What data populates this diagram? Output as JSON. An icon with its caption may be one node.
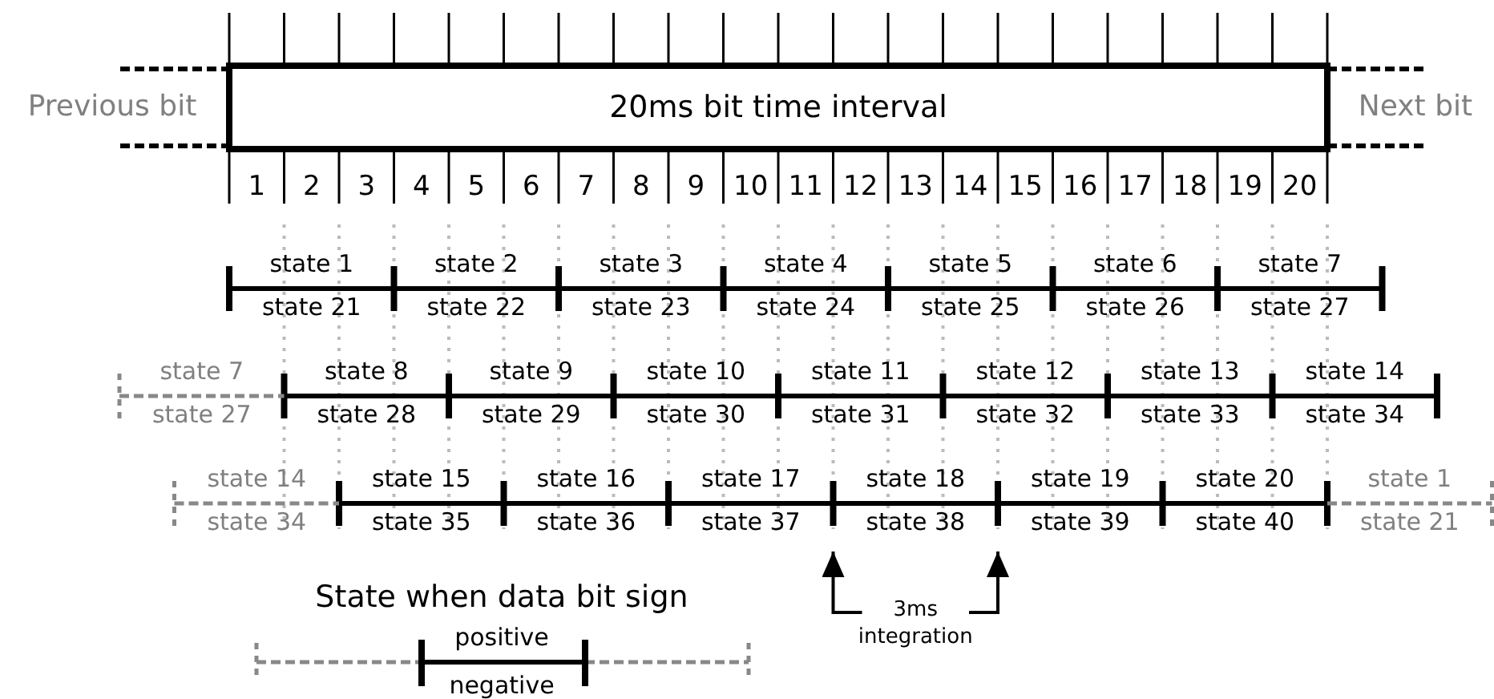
{
  "diagram": {
    "nodes": [
      {
        "text": [
          "20ms bit time interval"
        ]
      }
    ],
    "labels": [
      "Previous bit",
      "Next bit",
      "1",
      "2",
      "3",
      "4",
      "5",
      "6",
      "7",
      "8",
      "9",
      "10",
      "11",
      "12",
      "13",
      "14",
      "15",
      "16",
      "17",
      "18",
      "19",
      "20",
      "state 1",
      "state 2",
      "state 3",
      "state 4",
      "state 5",
      "state 6",
      "state 7",
      "state 21",
      "state 22",
      "state 23",
      "state 24",
      "state 25",
      "state 26",
      "state 27",
      "state 7",
      "state 8",
      "state 9",
      "state 10",
      "state 11",
      "state 12",
      "state 13",
      "state 14",
      "state 27",
      "state 28",
      "state 29",
      "state 30",
      "state 31",
      "state 32",
      "state 33",
      "state 34",
      "state 14",
      "state 15",
      "state 16",
      "state 17",
      "state 18",
      "state 19",
      "state 20",
      "state 1",
      "state 34",
      "state 35",
      "state 36",
      "state 37",
      "state 38",
      "state 39",
      "state 40",
      "state 21",
      "3ms integration",
      "State when data bit sign",
      "positive",
      "negative"
    ]
  }
}
